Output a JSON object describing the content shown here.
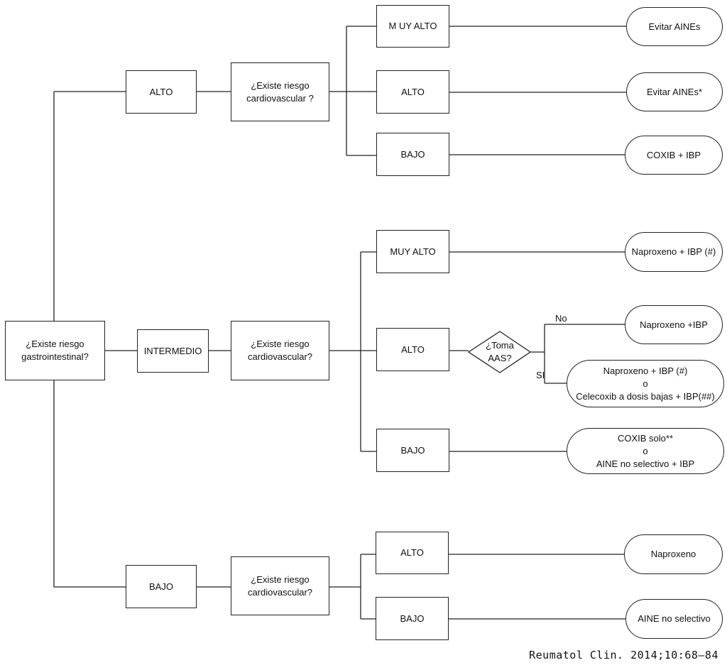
{
  "root": {
    "text": "¿Existe riesgo\ngastrointestinal?"
  },
  "gi_levels": {
    "alto": "ALTO",
    "intermedio": "INTERMEDIO",
    "bajo": "BAJO"
  },
  "cv_questions": {
    "alto": "¿Existe riesgo\ncardiovascular  ?",
    "intermedio": "¿Existe riesgo\ncardiovascular?",
    "bajo": "¿Existe riesgo\ncardiovascular?"
  },
  "cv_levels": {
    "alto_muy_alto": "M UY ALTO",
    "alto_alto": "ALTO",
    "alto_bajo": "BAJO",
    "int_muy_alto": "MUY ALTO",
    "int_alto": "ALTO",
    "int_bajo": "BAJO",
    "bajo_alto": "ALTO",
    "bajo_bajo": "BAJO"
  },
  "decision": {
    "aas": "¿Toma\nAAS?",
    "no": "No",
    "si": "SI"
  },
  "outcomes": {
    "a1": "Evitar AINEs",
    "a2": "Evitar AINEs*",
    "a3": "COXIB + IBP",
    "i1": "Naproxeno + IBP (#)",
    "i2": "Naproxeno +IBP",
    "i3": "Naproxeno + IBP (#)\no\nCelecoxib a dosis bajas + IBP(##)",
    "i4": "COXIB solo**\no\nAINE no selectivo + IBP",
    "b1": "Naproxeno",
    "b2": "AINE no selectivo"
  },
  "footer": "Reumatol Clin. 2014;10:68–84"
}
